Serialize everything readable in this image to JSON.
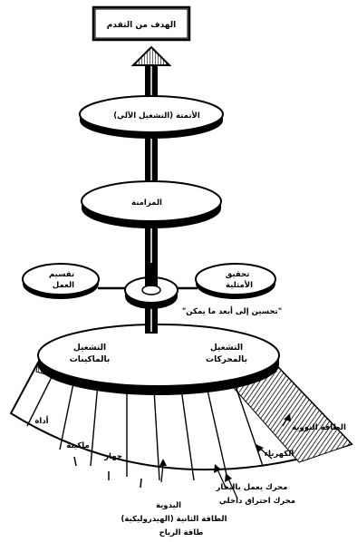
{
  "top_box": "الهدف من التقدم",
  "discs": {
    "upper": "الأتمتة (التشغيل الآلي)",
    "middle": "المزامنة",
    "side_left": [
      "تقسيم",
      "العمل"
    ],
    "side_right": [
      "تحقيق",
      "الأمثلية"
    ],
    "hub_caption": "\"تحسين إلى أبعد ما يمكن\""
  },
  "base": {
    "left_text": [
      "التشغيل",
      "بالماكينات"
    ],
    "right_text": [
      "التشغيل",
      "بالمحركات"
    ]
  },
  "fan_labels": {
    "tool": "أداة",
    "machine": "ماكينة",
    "apparatus": "جهاز",
    "manual": "اليدوية",
    "animal_power": "الطاقة الثانية (الهيدروليكية)",
    "wind_power": "طاقة الرياح",
    "steam_engine": "محرك يعمل بالبخار",
    "combustion_engine": "محرك احتراق داخلي",
    "electricity": "الكهرباء",
    "nuclear_power": "الطاقة النووية"
  }
}
